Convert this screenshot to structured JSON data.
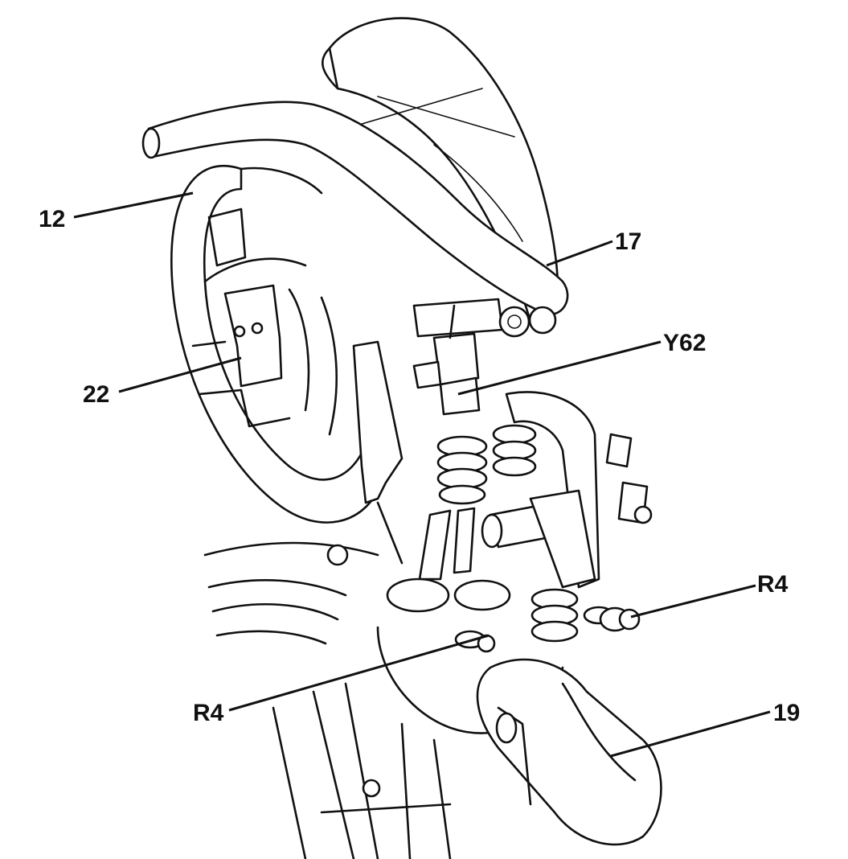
{
  "callouts": {
    "c12": "12",
    "c17": "17",
    "c22": "22",
    "cY62": "Y62",
    "cR4_right": "R4",
    "cR4_left": "R4",
    "c19": "19"
  },
  "colors": {
    "line": "#111111",
    "background": "#ffffff"
  }
}
